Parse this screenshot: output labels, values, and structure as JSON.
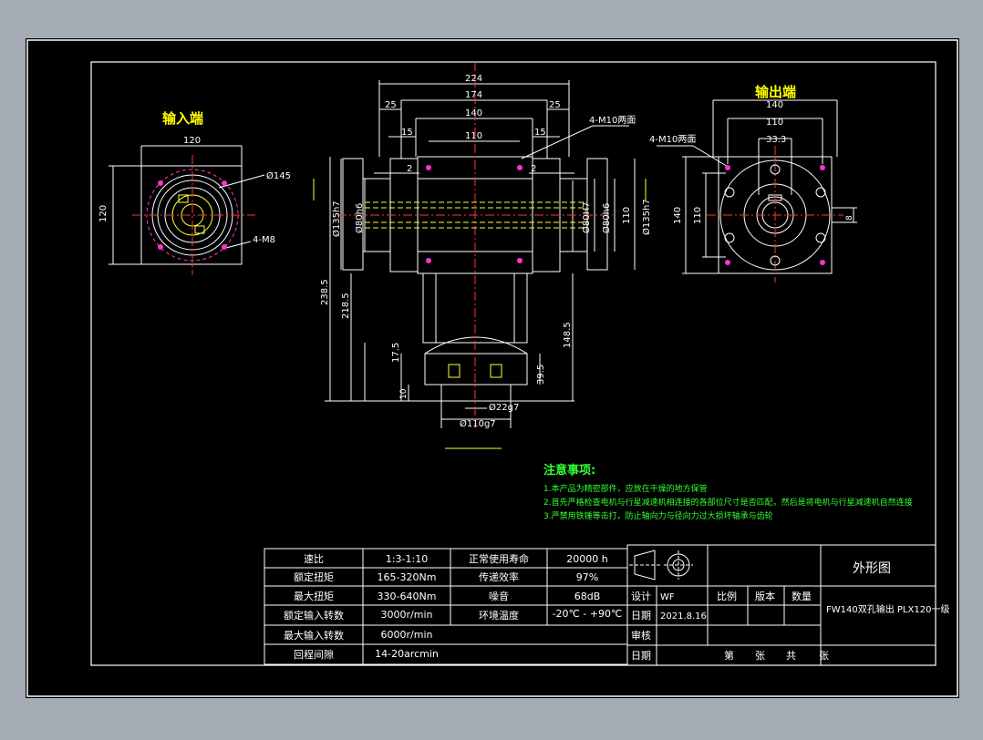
{
  "colors": {
    "window_bg": "#a6acb5",
    "canvas_bg": "#000000",
    "line_white": "#ffffff",
    "title_yellow": "#ffff00",
    "notes_green": "#33ff33",
    "hole_magenta": "#ff33cc",
    "center_red": "#ff3333",
    "hidden_yellow": "#ffff33"
  },
  "views": {
    "input_label": "输入端",
    "output_label": "输出端"
  },
  "dims": {
    "in_width": "120",
    "in_height": "120",
    "in_dia": "Ø145",
    "in_holes": "4-M8",
    "f_224": "224",
    "f_174": "174",
    "f_140": "140",
    "f_110": "110",
    "f_25l": "25",
    "f_25r": "25",
    "f_15l": "15",
    "f_15r": "15",
    "f_2l": "2",
    "f_2r": "2",
    "f_holes": "4-M10两面",
    "f_d135l": "Ø135h7",
    "f_d80l": "Ø80h6",
    "f_d80r": "Ø80H7",
    "f_d80r2": "Ø80h6",
    "f_110v": "110",
    "f_d135r": "Ø135h7",
    "f_2385": "238.5",
    "f_2185": "218.5",
    "f_1485": "148.5",
    "f_175": "17.5",
    "f_10": "10",
    "f_395": "39.5",
    "f_d22": "Ø22g7",
    "f_d110": "Ø110g7",
    "o_140": "140",
    "o_110": "110",
    "o_333": "33.3",
    "o_holes": "4-M10两面",
    "o_140v": "140",
    "o_110v": "110",
    "o_8": "8"
  },
  "notes": {
    "title": "注意事项:",
    "lines": [
      "1.本产品为精密部件，应放在干燥的地方保管",
      "2.首先严格检查电机与行星减速机相连接的各部位尺寸是否匹配，然后是将电机与行星减速机自然连接",
      "3.严禁用铁锤等击打，防止轴向力与径向力过大损坏轴承与齿轮"
    ]
  },
  "spec_table": [
    {
      "k1": "速比",
      "v1": "1:3-1:10",
      "k2": "正常使用寿命",
      "v2": "20000 h"
    },
    {
      "k1": "额定扭矩",
      "v1": "165-320Nm",
      "k2": "传递效率",
      "v2": "97%"
    },
    {
      "k1": "最大扭矩",
      "v1": "330-640Nm",
      "k2": "噪音",
      "v2": "68dB"
    },
    {
      "k1": "额定输入转数",
      "v1": "3000r/min",
      "k2": "环境温度",
      "v2": "-20℃ - +90℃"
    },
    {
      "k1": "最大输入转数",
      "v1": "6000r/min",
      "k2": "",
      "v2": ""
    },
    {
      "k1": "回程间隙",
      "v1": "14-20arcmin",
      "k2": "",
      "v2": ""
    }
  ],
  "title_block": {
    "drawing_name": "外形图",
    "design_label": "设计",
    "designer": "WF",
    "scale_label": "比例",
    "version_label": "版本",
    "qty_label": "数量",
    "date_label": "日期",
    "date": "2021.8.16",
    "part_name": "FW140双孔输出 PLX120一级",
    "review_label": "审核",
    "date_label2": "日期",
    "sheet_1": "第",
    "sheet_2": "张",
    "sheet_3": "共",
    "sheet_4": "张"
  }
}
